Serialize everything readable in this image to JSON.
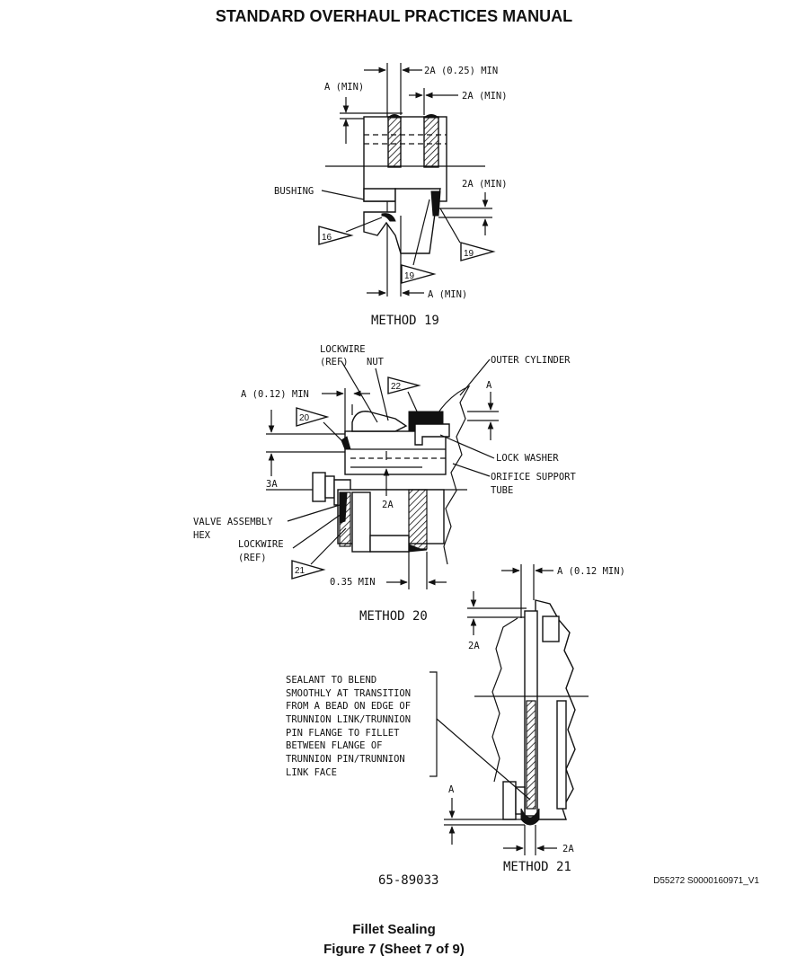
{
  "header": {
    "title": "STANDARD OVERHAUL PRACTICES MANUAL"
  },
  "method19": {
    "title": "METHOD 19",
    "dim_2a_025": "2A (0.25) MIN",
    "dim_a_min_top": "A (MIN)",
    "dim_2a_min_top": "2A (MIN)",
    "dim_2a_min_right": "2A (MIN)",
    "dim_a_min_bottom": "A (MIN)",
    "bushing_label": "BUSHING",
    "flag_16": "16",
    "flag_19a": "19",
    "flag_19b": "19"
  },
  "method20": {
    "title": "METHOD 20",
    "lockwire_ref_line1": "LOCKWIRE",
    "lockwire_ref_line2": "(REF)",
    "nut": "NUT",
    "outer_cylinder": "OUTER CYLINDER",
    "dim_a_012": "A (0.12) MIN",
    "dim_a": "A",
    "flag_22": "22",
    "flag_20": "20",
    "lock_washer": "LOCK WASHER",
    "orifice_line1": "ORIFICE SUPPORT",
    "orifice_line2": "TUBE",
    "dim_3a": "3A",
    "dim_2a": "2A",
    "valve_line1": "VALVE ASSEMBLY",
    "valve_line2": "HEX",
    "lockwire2_line1": "LOCKWIRE",
    "lockwire2_line2": "(REF)",
    "flag_21": "21",
    "dim_035": "0.35 MIN"
  },
  "method21": {
    "title": "METHOD 21",
    "dim_a_012": "A (0.12 MIN)",
    "dim_2a_upper": "2A",
    "dim_a_lower": "A",
    "dim_2a_lower": "2A",
    "note_lines": [
      "SEALANT TO BLEND",
      "SMOOTHLY AT TRANSITION",
      "FROM A BEAD ON EDGE OF",
      "TRUNNION LINK/TRUNNION",
      "PIN FLANGE TO FILLET",
      "BETWEEN FLANGE OF",
      "TRUNNION PIN/TRUNNION",
      "LINK FACE"
    ]
  },
  "drawing_number": "65-89033",
  "ref_code": "D55272 S0000160971_V1",
  "caption": {
    "title": "Fillet Sealing",
    "figure": "Figure 7  (Sheet 7 of 9)"
  }
}
